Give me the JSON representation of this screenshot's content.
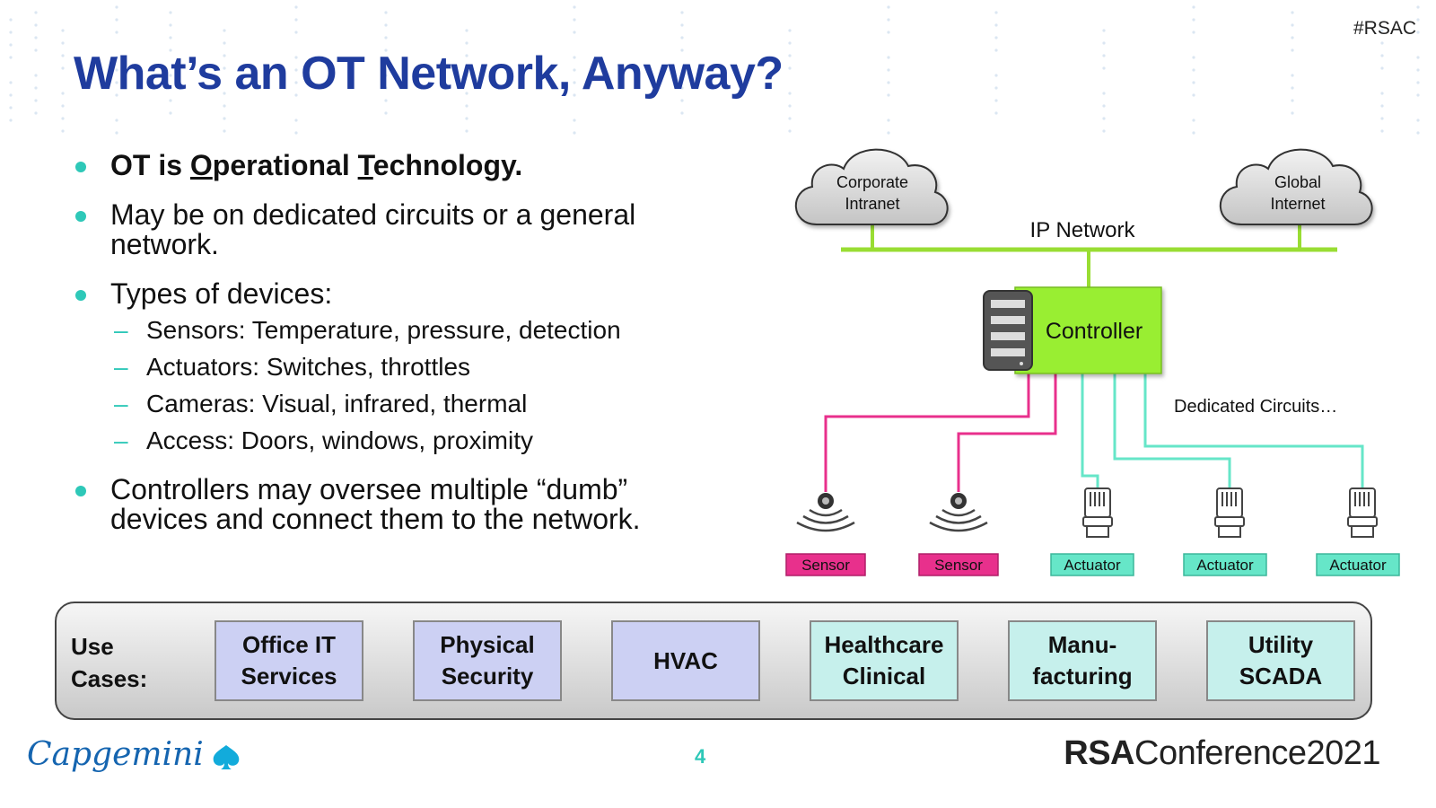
{
  "hashtag": "#RSAC",
  "title": "What’s an OT Network, Anyway?",
  "bullets": {
    "b1": {
      "pre": "OT is ",
      "o": "O",
      "mid1": "perational ",
      "t": "T",
      "mid2": "echnology."
    },
    "b2": "May be on dedicated circuits or a general network.",
    "b3": "Types of devices:",
    "sub": [
      "Sensors:  Temperature, pressure, detection",
      "Actuators:  Switches, throttles",
      "Cameras:  Visual, infrared, thermal",
      "Access:  Doors, windows, proximity"
    ],
    "b4": "Controllers may oversee multiple “dumb” devices and connect them to the network."
  },
  "diagram": {
    "cloud1": [
      "Corporate",
      "Intranet"
    ],
    "cloud2": [
      "Global",
      "Internet"
    ],
    "ip_network": "IP Network",
    "controller": "Controller",
    "dedicated": "Dedicated Circuits…",
    "devices": [
      "Sensor",
      "Sensor",
      "Actuator",
      "Actuator",
      "Actuator"
    ],
    "colors": {
      "network": "#99dd33",
      "sensor": "#e8308c",
      "actuator": "#66e6c8",
      "controller": "#99ee33"
    }
  },
  "use_cases": {
    "label": [
      "Use",
      "Cases:"
    ],
    "items": [
      [
        "Office IT",
        "Services"
      ],
      [
        "Physical",
        "Security"
      ],
      [
        "HVAC"
      ],
      [
        "Healthcare",
        "Clinical"
      ],
      [
        "Manu-",
        "facturing"
      ],
      [
        "Utility",
        "SCADA"
      ]
    ]
  },
  "footer": {
    "logo": "Capgemini",
    "page": "4",
    "rsa_brand": "RSA",
    "rsa_rest": "Conference2021"
  }
}
